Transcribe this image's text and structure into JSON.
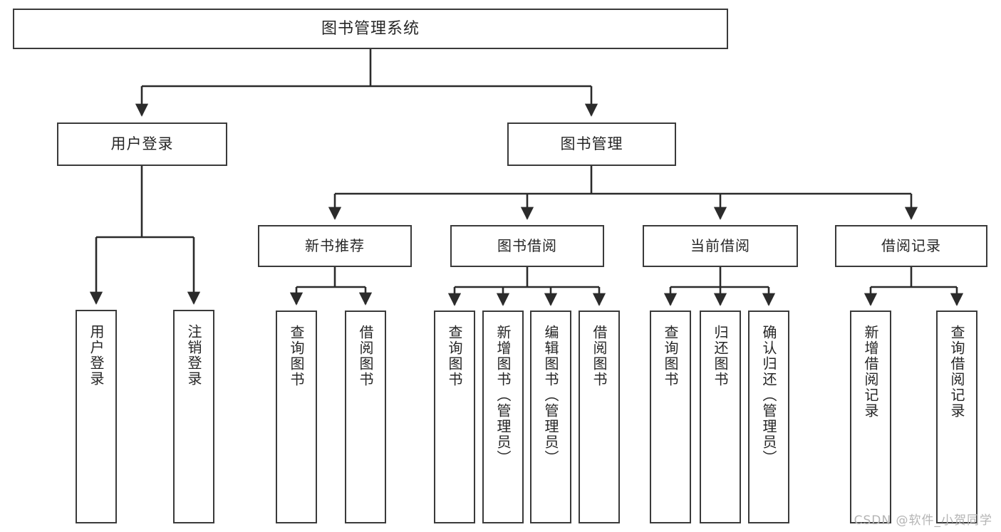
{
  "diagram": {
    "title": "图书管理系统",
    "type": "tree-hierarchy",
    "orientation": "top-down",
    "colors": {
      "box_border": "#3a3a3a",
      "box_fill": "#ffffff",
      "edge": "#2b2b2b",
      "text": "#262626",
      "background": "#ffffff",
      "watermark": "#b4b4b4"
    },
    "root": {
      "label": "图书管理系统"
    },
    "level1": [
      {
        "label": "用户登录"
      },
      {
        "label": "图书管理"
      }
    ],
    "level2": [
      {
        "label": "新书推荐"
      },
      {
        "label": "图书借阅"
      },
      {
        "label": "当前借阅"
      },
      {
        "label": "借阅记录"
      }
    ],
    "leaves": {
      "user_login": [
        {
          "label": "用户登录"
        },
        {
          "label": "注销登录"
        }
      ],
      "new_book_recommend": [
        {
          "label": "查询图书"
        },
        {
          "label": "借阅图书"
        }
      ],
      "book_borrow": [
        {
          "label": "查询图书"
        },
        {
          "label": "新增图书（管理员）"
        },
        {
          "label": "编辑图书（管理员）"
        },
        {
          "label": "借阅图书"
        }
      ],
      "current_borrow": [
        {
          "label": "查询图书"
        },
        {
          "label": "归还图书"
        },
        {
          "label": "确认归还（管理员）"
        }
      ],
      "borrow_record": [
        {
          "label": "新增借阅记录"
        },
        {
          "label": "查询借阅记录"
        }
      ]
    }
  },
  "watermark": {
    "text": "CSDN @软件_小贺同学"
  }
}
